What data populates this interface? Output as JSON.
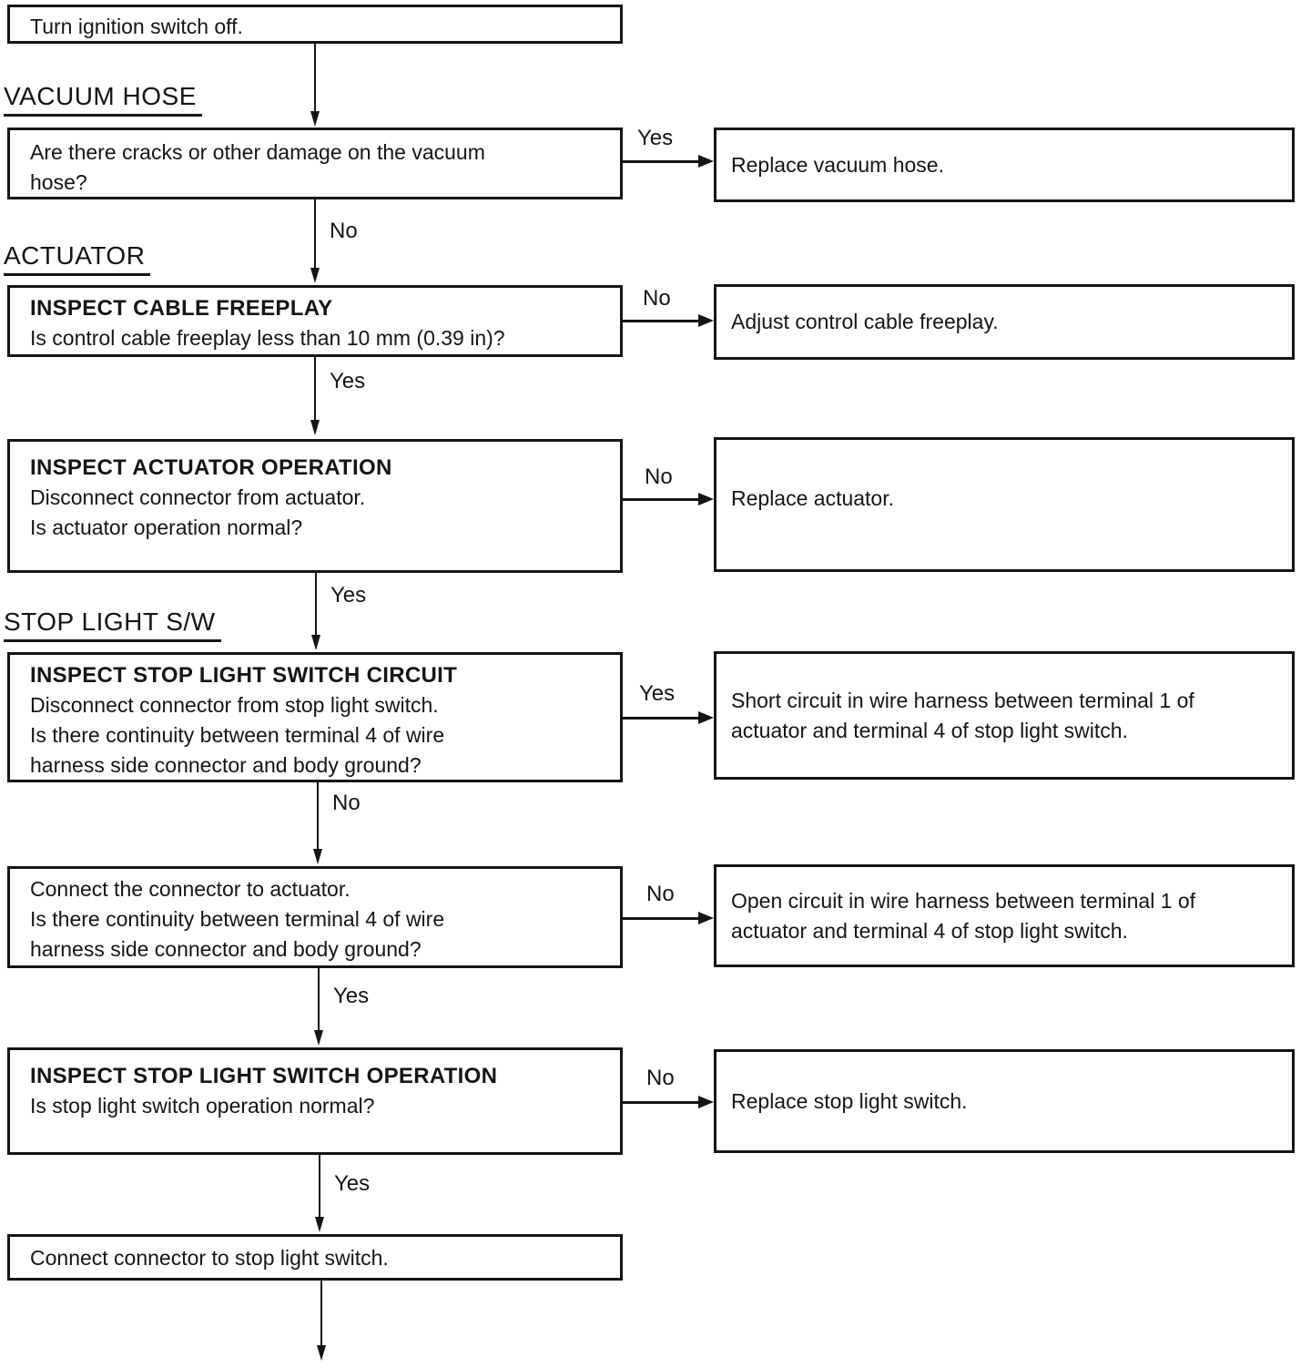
{
  "colors": {
    "ink": "#151515",
    "paper": "#ffffff"
  },
  "section_headers": {
    "vacuum_hose": "VACUUM HOSE",
    "actuator": "ACTUATOR",
    "stop_light_sw": "STOP LIGHT S/W"
  },
  "steps": {
    "turn_ignition": {
      "lines": [
        "Turn ignition switch off."
      ]
    },
    "vacuum_hose_check": {
      "lines": [
        "Are there cracks or other damage on the vacuum",
        "hose?"
      ]
    },
    "inspect_cable_freeplay": {
      "title": "INSPECT CABLE FREEPLAY",
      "lines": [
        "Is control cable freeplay less than 10 mm (0.39 in)?"
      ]
    },
    "inspect_actuator_operation": {
      "title": "INSPECT ACTUATOR OPERATION",
      "lines": [
        "Disconnect connector from actuator.",
        "Is actuator operation normal?"
      ]
    },
    "inspect_stop_light_switch_circuit": {
      "title": "INSPECT STOP LIGHT SWITCH CIRCUIT",
      "lines": [
        "Disconnect connector from stop light switch.",
        "Is there continuity between terminal 4 of wire",
        "harness side connector and body ground?"
      ]
    },
    "connect_connector_to_actuator": {
      "lines": [
        "Connect the connector to actuator.",
        "Is there continuity between terminal 4 of wire",
        "harness side connector and body ground?"
      ]
    },
    "inspect_stop_light_switch_operation": {
      "title": "INSPECT STOP LIGHT SWITCH OPERATION",
      "lines": [
        "Is stop light switch operation normal?"
      ]
    },
    "connect_connector_to_stop_light_switch": {
      "lines": [
        "Connect connector to stop light switch."
      ]
    }
  },
  "results": {
    "replace_vacuum_hose": {
      "lines": [
        "Replace vacuum hose."
      ]
    },
    "adjust_control_cable_freeplay": {
      "lines": [
        "Adjust control cable freeplay."
      ]
    },
    "replace_actuator": {
      "lines": [
        "Replace actuator."
      ]
    },
    "short_circuit": {
      "lines": [
        "Short circuit in wire harness between terminal 1 of",
        "actuator and terminal 4 of stop light switch."
      ]
    },
    "open_circuit": {
      "lines": [
        "Open circuit in wire harness between terminal 1 of",
        "actuator and terminal 4 of stop light switch."
      ]
    },
    "replace_stop_light_switch": {
      "lines": [
        "Replace stop light switch."
      ]
    }
  },
  "branch_labels": {
    "side": [
      "Yes",
      "No",
      "No",
      "Yes",
      "No",
      "No"
    ],
    "down": [
      "No",
      "Yes",
      "Yes",
      "No",
      "Yes",
      "Yes"
    ]
  }
}
